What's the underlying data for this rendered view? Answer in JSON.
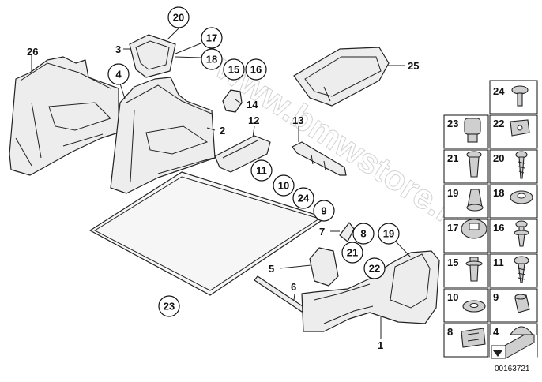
{
  "diagram": {
    "footer_code": "00163721",
    "watermark_text": "www.bmwstore.ru",
    "callouts_circled": [
      "20",
      "17",
      "18",
      "15",
      "16",
      "4",
      "26",
      "11",
      "10",
      "24",
      "9",
      "8",
      "19",
      "21",
      "22",
      "23"
    ],
    "labels_plain": [
      "3",
      "14",
      "12",
      "13",
      "25",
      "2",
      "7",
      "5",
      "6",
      "1"
    ],
    "legend": {
      "rows": [
        [
          {
            "num": "24",
            "icon": "rivet-screw-icon"
          }
        ],
        [
          {
            "num": "23",
            "icon": "cap-nut-icon"
          },
          {
            "num": "22",
            "icon": "clip-nut-icon"
          }
        ],
        [
          {
            "num": "21",
            "icon": "expanding-rivet-icon"
          },
          {
            "num": "20",
            "icon": "self-tapping-screw-icon"
          }
        ],
        [
          {
            "num": "19",
            "icon": "plug-icon"
          },
          {
            "num": "18",
            "icon": "grommet-icon"
          }
        ],
        [
          {
            "num": "17",
            "icon": "round-cap-icon"
          },
          {
            "num": "16",
            "icon": "push-rivet-icon"
          }
        ],
        [
          {
            "num": "15",
            "icon": "spreader-rivet-icon"
          },
          {
            "num": "11",
            "icon": "hex-screw-icon"
          }
        ],
        [
          {
            "num": "10",
            "icon": "washer-icon"
          },
          {
            "num": "9",
            "icon": "sleeve-icon"
          }
        ],
        [
          {
            "num": "8",
            "icon": "spring-nut-icon"
          },
          {
            "num": "4",
            "icon": "mushroom-clip-icon"
          }
        ]
      ]
    }
  }
}
